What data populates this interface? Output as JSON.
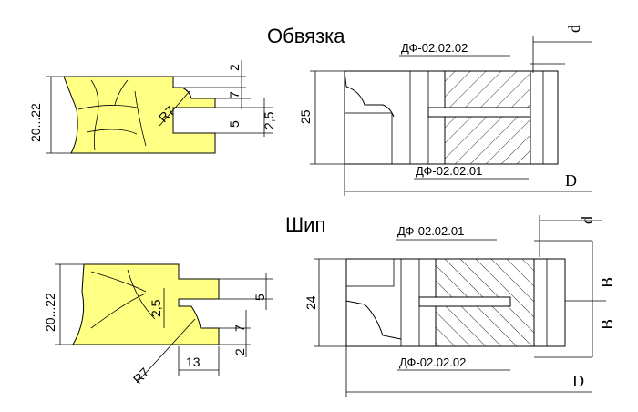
{
  "top": {
    "title": "Обвязка",
    "code_upper": "ДФ-02.02.02",
    "code_lower": "ДФ-02.02.01",
    "dims": {
      "h_range": "20...22",
      "radius": "R7",
      "d2": "2",
      "d7": "7",
      "d5": "5",
      "d25": "2,5",
      "height": "25",
      "small_d": "d",
      "big_d": "D"
    }
  },
  "bottom": {
    "title": "Шип",
    "code_upper": "ДФ-02.02.01",
    "code_lower": "ДФ-02.02.02",
    "dims": {
      "h_range": "20...22",
      "radius": "R7",
      "d2": "2",
      "d7": "7",
      "d5": "5",
      "d25": "2,5",
      "d13": "13",
      "height": "24",
      "small_d": "d",
      "big_d": "D",
      "b_upper": "B",
      "b_lower": "B"
    }
  }
}
